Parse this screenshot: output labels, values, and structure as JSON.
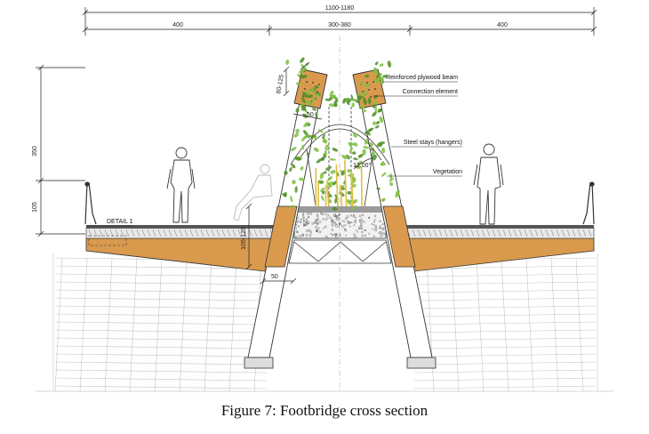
{
  "figure": {
    "caption": "Figure 7: Footbridge cross section"
  },
  "dimensions": {
    "overall_width": "1100-1180",
    "left_span": "400",
    "center_span": "300-380",
    "right_span": "400",
    "total_height": "350",
    "railing_height": "105",
    "beam_depth": "80-125",
    "beam_width": "50",
    "leg_width": "50",
    "deck_depth": "105-125",
    "angle": "12.00°"
  },
  "labels": {
    "beam": "Reinforced plywood beam",
    "connection": "Connection element",
    "stays": "Steel stays (hangers)",
    "vegetation": "Vegetation",
    "detail": "DETAIL 1"
  },
  "colors": {
    "timber": "#d99a4e",
    "timber_dark": "#b8782e",
    "vegetation": "#7fbf3f",
    "vegetation_dark": "#4e8f24",
    "flower": "#e0c040",
    "line": "#333333",
    "ground_line": "#b5b5b5"
  }
}
